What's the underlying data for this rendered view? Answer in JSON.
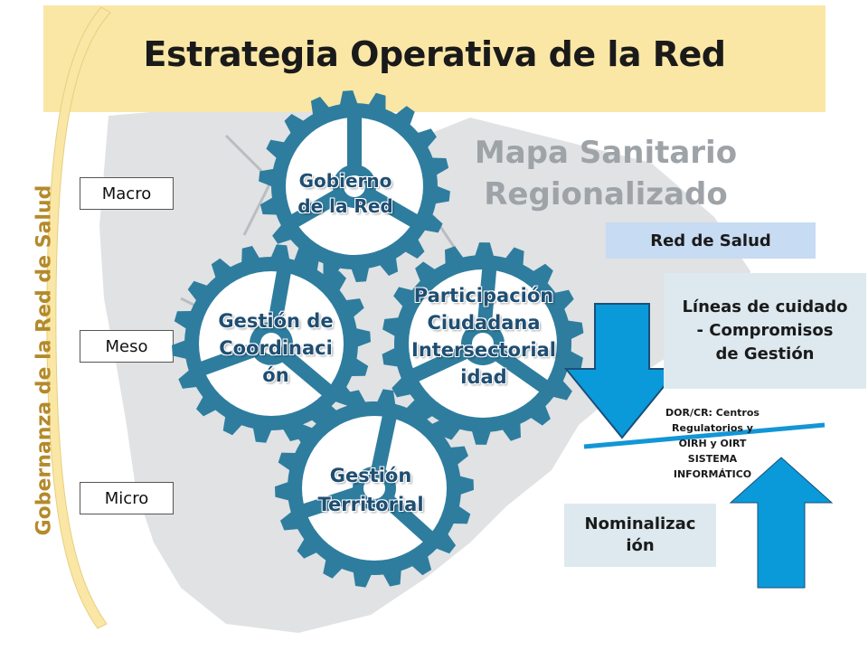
{
  "title": "Estrategia Operativa de la Red",
  "side_label": "Gobernanza de la Red de Salud",
  "levels": [
    "Macro",
    "Meso",
    "Micro"
  ],
  "map_title": [
    "Mapa Sanitario",
    "Regionalizado"
  ],
  "gears": [
    {
      "lines": [
        "Gobierno",
        "de la Red"
      ]
    },
    {
      "lines": [
        "Gestión de",
        "Coordinaci",
        "ón"
      ]
    },
    {
      "lines": [
        "Participación",
        "Ciudadana",
        "Intersectorial",
        "idad"
      ]
    },
    {
      "lines": [
        "Gestión",
        "Territorial"
      ]
    }
  ],
  "red_de_salud": "Red de Salud",
  "lineas_box": [
    "Líneas de cuidado",
    "- Compromisos",
    "de Gestión"
  ],
  "dor_text": [
    "DOR/CR: Centros",
    "Regulatorios y",
    "OIRH y OIRT",
    "SISTEMA",
    "INFORMÁTICO"
  ],
  "nominalizacion": [
    "Nominalizac",
    "ión"
  ],
  "colors": {
    "gear": "#2e7d9e",
    "gear_hub": "#ffffff",
    "title_bar": "#fae7a5",
    "arrow": "#0a9ad9",
    "arrow_border": "#1a4f7a",
    "line": "#1296d6",
    "red_box": "#c7dbf2",
    "light_box": "#dde9ef",
    "side_curve": "#fae7a5",
    "map": "#c7cbce"
  }
}
